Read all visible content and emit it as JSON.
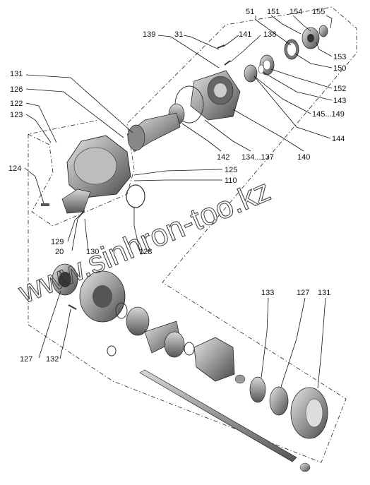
{
  "watermark": "www.sinhron-too.kz",
  "labels": {
    "l51": "51",
    "l151": "151",
    "l154": "154",
    "l155": "155",
    "l139": "139",
    "l31": "31",
    "l141": "141",
    "l138": "138",
    "l153": "153",
    "l150": "150",
    "l152": "152",
    "l143": "143",
    "l145_149": "145...149",
    "l144": "144",
    "l131a": "131",
    "l126": "126",
    "l122": "122",
    "l123": "123",
    "l142": "142",
    "l134_137": "134...137",
    "l140": "140",
    "l124": "124",
    "l125": "125",
    "l110": "110",
    "l129": "129",
    "l20": "20",
    "l130": "130",
    "l128": "128",
    "l133": "133",
    "l127a": "127",
    "l131b": "131",
    "l127b": "127",
    "l132": "132"
  }
}
